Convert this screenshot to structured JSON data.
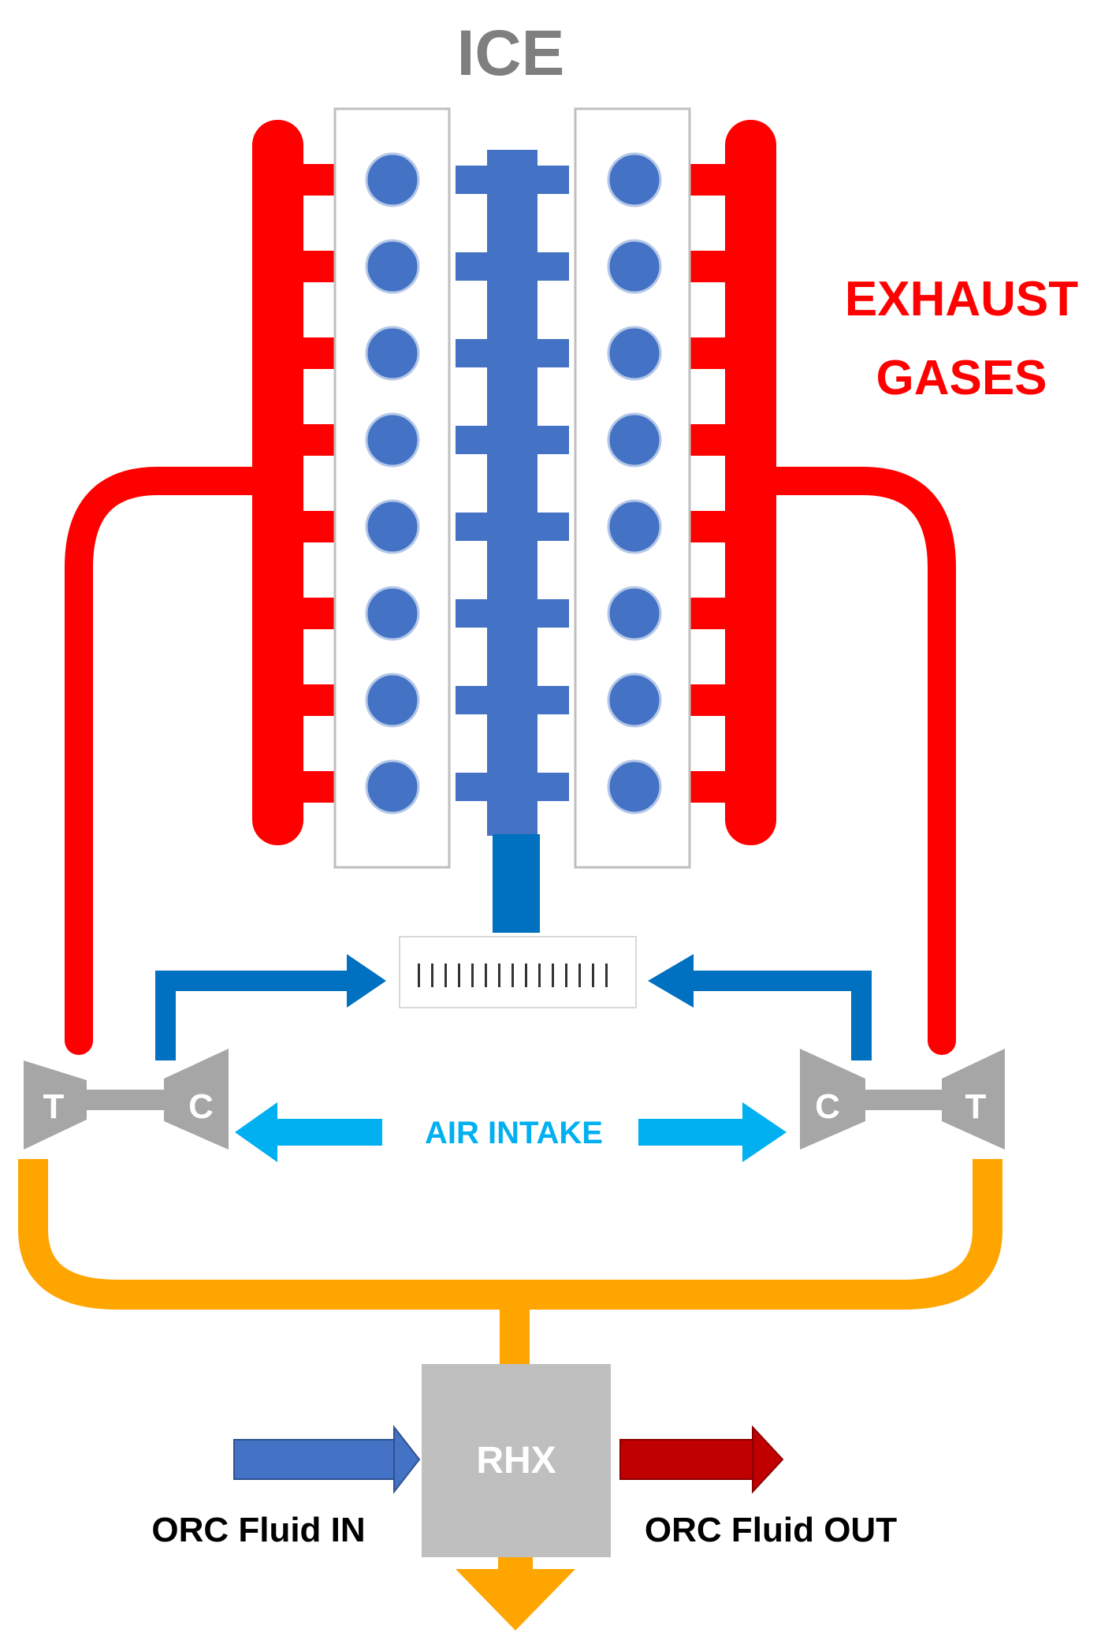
{
  "title": "ICE",
  "exhaust_label": [
    "EXHAUST",
    "GASES"
  ],
  "air_intake_label": "AIR INTAKE",
  "turbocharger": {
    "left": {
      "turbine": "T",
      "compressor": "C"
    },
    "right": {
      "turbine": "T",
      "compressor": "C"
    }
  },
  "heat_exchanger": "RHX",
  "orc_in_label": "ORC Fluid IN",
  "orc_out_label": "ORC Fluid OUT",
  "colors": {
    "exhaust": "#ff0000",
    "engine_blue": "#4472c4",
    "intake_pipe": "#0070c0",
    "air_intake_arrow": "#00b0f0",
    "exhaust_out": "#ffa500",
    "turbo_grey": "#a6a6a6",
    "rhx_grey": "#bfbfbf",
    "orc_in_arrow": "#4472c4",
    "orc_out_arrow": "#c00000",
    "label_grey": "#7f7f7f",
    "text_dark": "#000000"
  },
  "cylinders_per_bank": 8
}
